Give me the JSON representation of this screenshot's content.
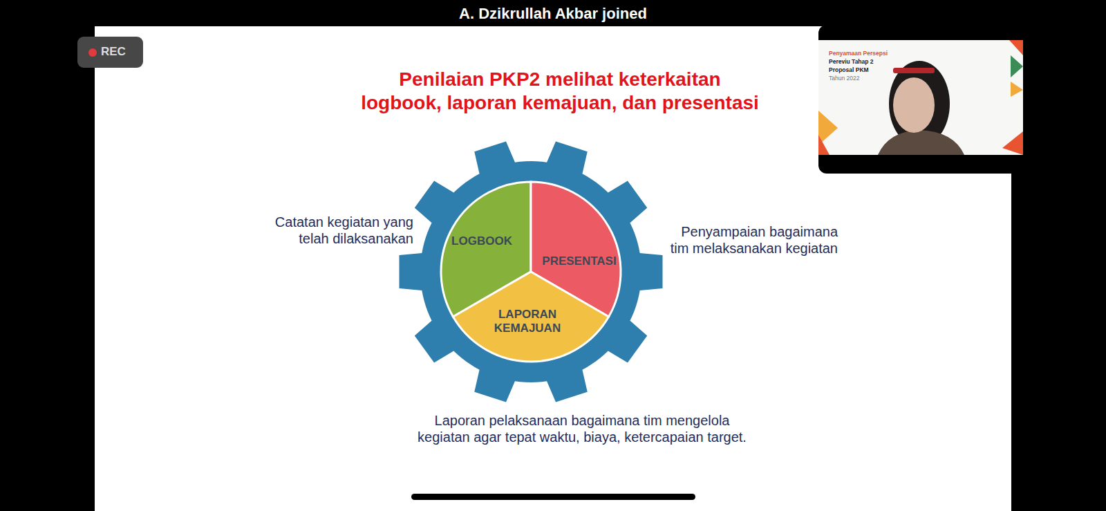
{
  "diagram": {
    "title": "Penilaian PKP2 melihat keterkaitan logbook, laporan kemajuan, dan presentasi",
    "nodes": [
      {
        "text": [
          "LOGBOOK"
        ]
      },
      {
        "text": [
          "PRESENTASI"
        ]
      },
      {
        "text": [
          "LAPORAN KEMAJUAN"
        ]
      }
    ],
    "labels": [
      "A. Dzikrullah Akbar joined",
      "REC",
      "Catatan kegiatan yang telah dilaksanakan",
      "Penyampaian bagaimana tim melaksanakan kegiatan",
      "Laporan pelaksanaan bagaimana tim mengelola kegiatan agar tepat waktu, biaya, ketercapaian target.",
      "Penyamaan Persepsi",
      "Pereviu Tahap 2",
      "Proposal PKM",
      "Tahun 2022"
    ]
  }
}
